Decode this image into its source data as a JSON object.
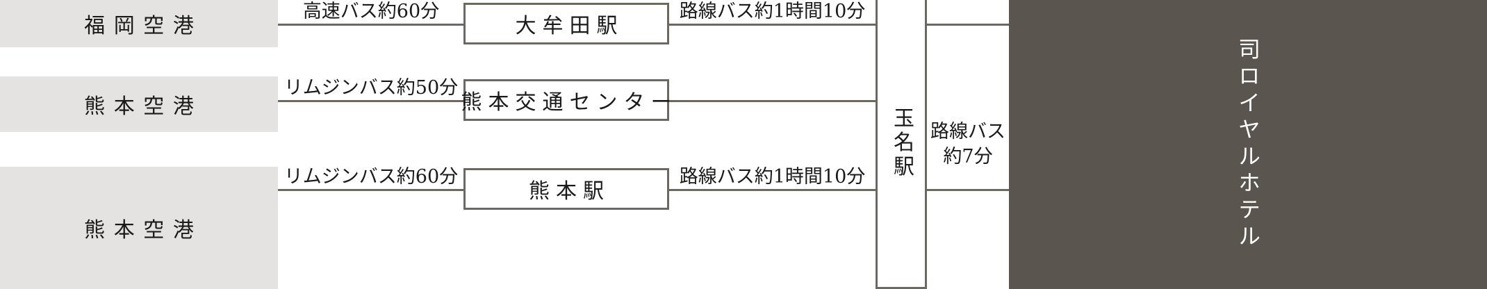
{
  "diagram": {
    "type": "access-route-diagram",
    "colors": {
      "origin_band_bg": "#e4e3e1",
      "line": "#6b6862",
      "destination_bg": "#5a554e",
      "destination_text": "#ffffff",
      "text": "#1a1a1a",
      "box_bg": "#ffffff"
    },
    "routes": [
      {
        "origin": "福岡空港",
        "leg1_label": "高速バス約60分",
        "transfer": "大牟田駅",
        "leg2_label": "路線バス約1時間10分"
      },
      {
        "origin": "熊本空港",
        "leg1_label": "リムジンバス約50分",
        "transfer": "熊本交通センター",
        "leg2_label": ""
      },
      {
        "origin": "熊本空港",
        "leg1_label": "リムジンバス約60分",
        "transfer": "熊本駅",
        "leg2_label": "路線バス約1時間10分"
      }
    ],
    "hub": {
      "label": "玉名駅"
    },
    "final_leg": {
      "line1": "路線バス",
      "line2": "約7分"
    },
    "destination": {
      "label": "司ロイヤルホテル"
    }
  }
}
